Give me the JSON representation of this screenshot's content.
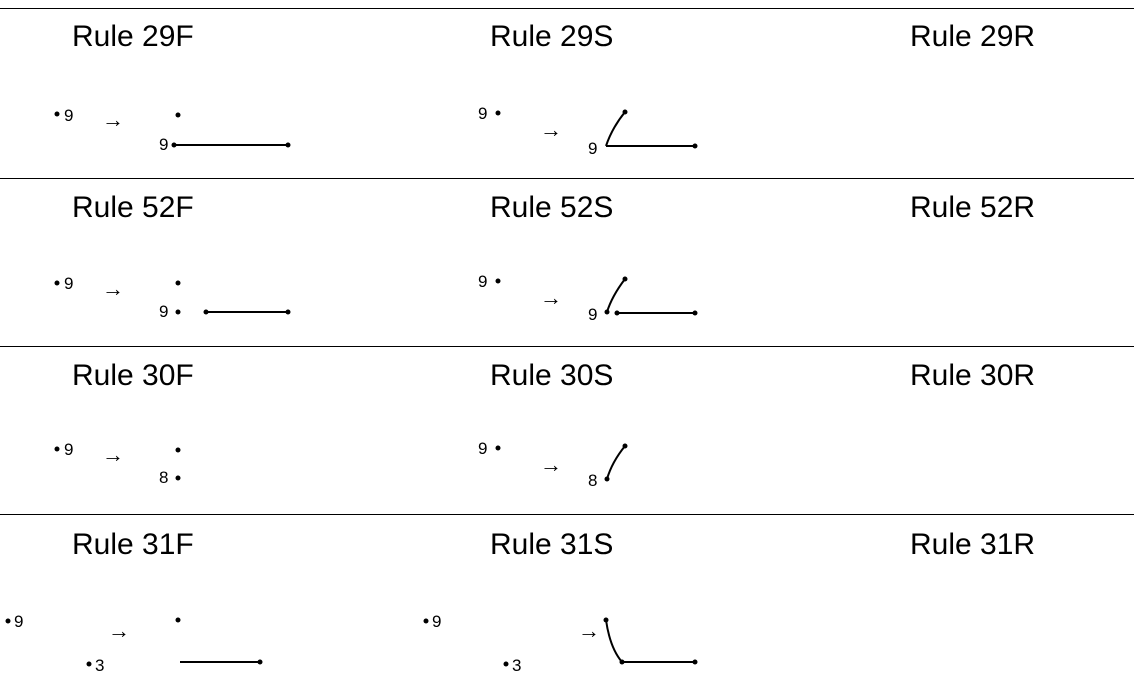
{
  "rows": [
    {
      "titles": {
        "f": "Rule 29F",
        "s": "Rule 29S",
        "r": "Rule 29R"
      },
      "f_before": "9",
      "f_after": "9",
      "s_before": "9",
      "s_after": "9",
      "arrow": "→"
    },
    {
      "titles": {
        "f": "Rule 52F",
        "s": "Rule 52S",
        "r": "Rule 52R"
      },
      "f_before": "9",
      "f_after": "9",
      "s_before": "9",
      "s_after": "9",
      "arrow": "→"
    },
    {
      "titles": {
        "f": "Rule 30F",
        "s": "Rule 30S",
        "r": "Rule 30R"
      },
      "f_before": "9",
      "f_after": "8",
      "s_before": "9",
      "s_after": "8",
      "arrow": "→"
    },
    {
      "titles": {
        "f": "Rule 31F",
        "s": "Rule 31S",
        "r": "Rule 31R"
      },
      "f_before": "9",
      "f_before2": "3",
      "s_before": "9",
      "s_before2": "3",
      "arrow": "→"
    }
  ]
}
